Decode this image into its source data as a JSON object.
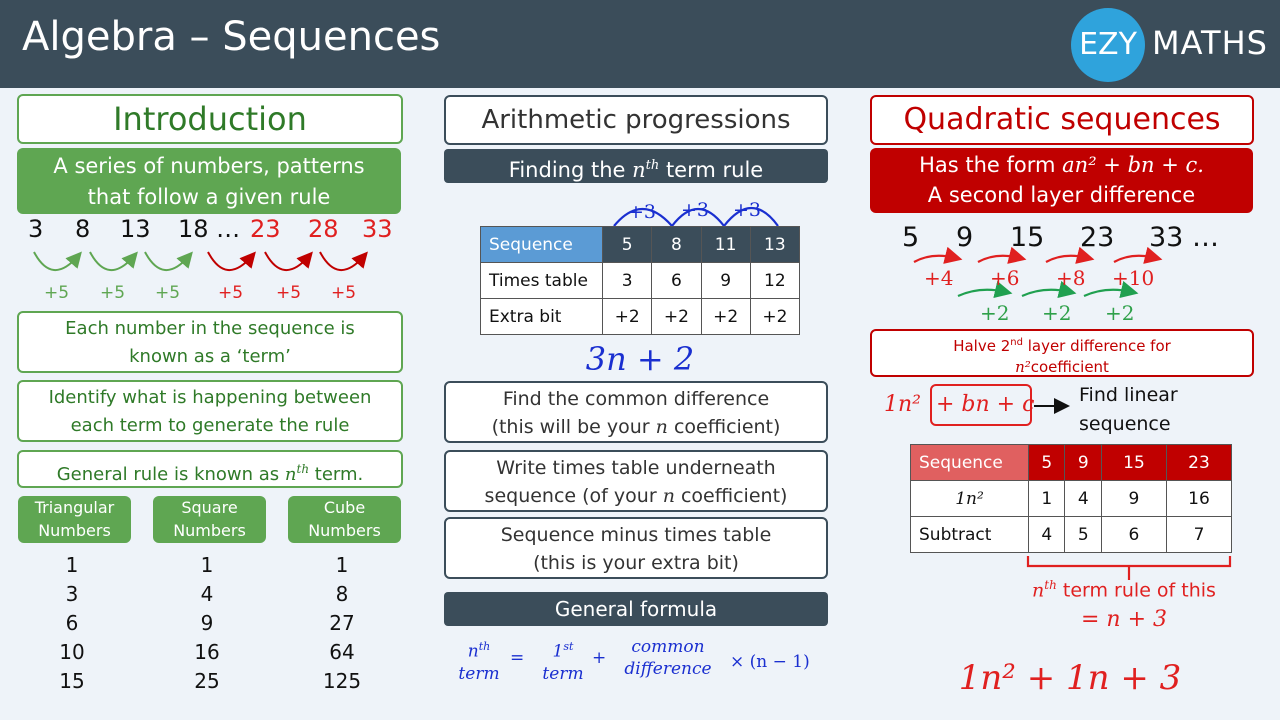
{
  "header": {
    "title": "Algebra – Sequences",
    "logo_ezy": "EZY",
    "logo_maths": "MATHS"
  },
  "intro": {
    "title": "Introduction",
    "definition_l1": "A series of numbers, patterns",
    "definition_l2": "that follow a given rule",
    "sequence": [
      "3",
      "8",
      "13",
      "18 …",
      "23",
      "28",
      "33"
    ],
    "diffs": [
      "+5",
      "+5",
      "+5",
      "+5",
      "+5",
      "+5"
    ],
    "term_l1": "Each number in the sequence is",
    "term_l2": "known as a ‘term’",
    "identify_l1": "Identify what is happening between",
    "identify_l2": "each term to generate the rule",
    "general_rule": "General rule is known as",
    "nth": "n",
    "th": "th",
    "term_word": " term.",
    "columns": [
      {
        "l1": "Triangular",
        "l2": "Numbers",
        "values": [
          "1",
          "3",
          "6",
          "10",
          "15"
        ]
      },
      {
        "l1": "Square",
        "l2": "Numbers",
        "values": [
          "1",
          "4",
          "9",
          "16",
          "25"
        ]
      },
      {
        "l1": "Cube",
        "l2": "Numbers",
        "values": [
          "1",
          "8",
          "27",
          "64",
          "125"
        ]
      }
    ]
  },
  "arith": {
    "title": "Arithmetic progressions",
    "finding_pre": "Finding the",
    "finding_post": "term rule",
    "arcs": [
      "+3",
      "+3",
      "+3"
    ],
    "table": [
      [
        "Sequence",
        "5",
        "8",
        "11",
        "13"
      ],
      [
        "Times table",
        "3",
        "6",
        "9",
        "12"
      ],
      [
        "Extra bit",
        "+2",
        "+2",
        "+2",
        "+2"
      ]
    ],
    "result": "3n + 2",
    "step1_l1": "Find the common difference",
    "step1_l2": "(this will be your",
    "step1_n": "n",
    "step1_l2b": "coefficient)",
    "step2_l1": "Write times table underneath",
    "step2_l2": "sequence (of your",
    "step2_n": "n",
    "step2_l2b": "coefficient)",
    "step3_l1": "Sequence minus times table",
    "step3_l2": "(this is your extra bit)",
    "formula_title": "General formula",
    "f_nth": "n",
    "f_th": "th",
    "f_term": "term",
    "f_eq": "=",
    "f_first": "1",
    "f_st": "st",
    "f_term2": "term",
    "f_plus": "+",
    "f_common": "common",
    "f_difference": "difference",
    "f_times": "× (n − 1)"
  },
  "quad": {
    "title": "Quadratic sequences",
    "form_pre": "Has the form",
    "form_math": "an² + bn + c.",
    "second_layer": "A second layer difference",
    "sequence": [
      "5",
      "9",
      "15",
      "23",
      "33 …"
    ],
    "first_diffs": [
      "+4",
      "+6",
      "+8",
      "+10"
    ],
    "second_diffs": [
      "+2",
      "+2",
      "+2"
    ],
    "halve_l1_a": "Halve 2",
    "halve_nd": "nd",
    "halve_l1_b": "layer difference for",
    "halve_n2": "n²",
    "halve_l2": "coefficient",
    "expr_a": "1n²",
    "expr_b": "+ bn + c",
    "find_linear_l1": "Find linear",
    "find_linear_l2": "sequence",
    "table": [
      [
        "Sequence",
        "5",
        "9",
        "15",
        "23"
      ],
      [
        "1n²",
        "1",
        "4",
        "9",
        "16"
      ],
      [
        "Subtract",
        "4",
        "5",
        "6",
        "7"
      ]
    ],
    "nth": "n",
    "th": "th",
    "rule_text": "term rule of this",
    "rule_eq": "= n + 3",
    "final": "1n² + 1n + 3"
  },
  "colors": {
    "header": "#3b4d5a",
    "green": "#5fa652",
    "red": "#c00000",
    "slate": "#3b4d5a",
    "blue": "#1a2fd0",
    "logo": "#2fa3dc"
  }
}
